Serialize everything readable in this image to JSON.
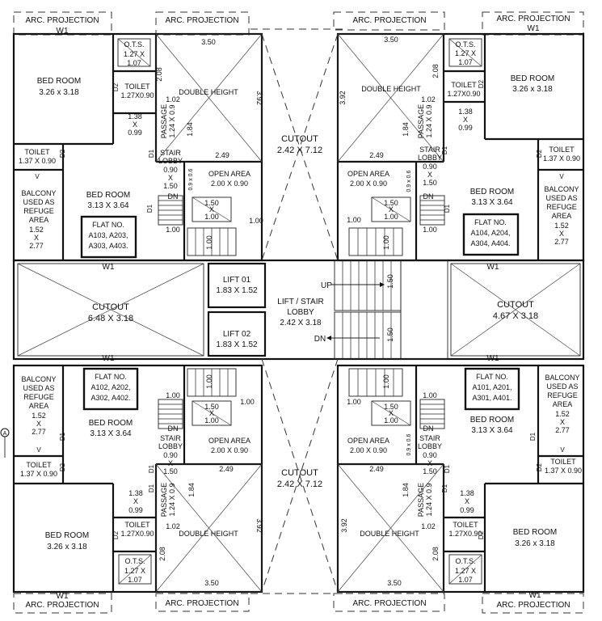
{
  "arc_projection": "ARC. PROJECTION",
  "window": "W1",
  "ots": {
    "title": "O.T.S.",
    "dim1": "1.27 X",
    "dim2": "1.07"
  },
  "toilet_small": {
    "title": "TOILET",
    "dim": "1.27X0.90"
  },
  "toilet_outer": {
    "title": "TOILET",
    "dim": "1.37 X 0.90"
  },
  "bed_large": {
    "title": "BED ROOM",
    "dim": "3.26 x 3.18"
  },
  "bed_mid": {
    "title": "BED ROOM",
    "dim": "3.13 X 3.64"
  },
  "balcony": {
    "l1": "BALCONY",
    "l2": "USED AS",
    "l3": "REFUGE",
    "l4": "AREA",
    "d1": "1.52",
    "d2": "X",
    "d3": "2.77"
  },
  "double_height": {
    "title": "DOUBLE HEIGHT",
    "w": "3.50",
    "h": "3.92",
    "b": "2.49",
    "side": "2.08",
    "p1": "1.02",
    "p2": "1.84"
  },
  "passage": {
    "title": "PASSAGE",
    "dim": "1.24 X 0.9"
  },
  "small_dim": {
    "d1": "1.38",
    "d2": "X",
    "d3": "0.99"
  },
  "stair_lobby": {
    "l1": "STAIR",
    "l2": "LOBBY",
    "d1": "0.90",
    "d2": "X",
    "d3": "1.50"
  },
  "open_area": {
    "title": "OPEN AREA",
    "dim": "2.00 X 0.90"
  },
  "stair": {
    "landing": "1.50",
    "x": "X",
    "landing2": "1.00",
    "side": "1.00",
    "dn": "DN",
    "vert": "0.9 x 0.6"
  },
  "doors": {
    "d1": "D1",
    "d2": "D2"
  },
  "flats": {
    "tl": {
      "title": "FLAT NO.",
      "l1": "A103, A203,",
      "l2": "A303, A403."
    },
    "tr": {
      "title": "FLAT NO.",
      "l1": "A104, A204,",
      "l2": "A304, A404."
    },
    "bl": {
      "title": "FLAT NO.",
      "l1": "A102, A202,",
      "l2": "A302, A402."
    },
    "br": {
      "title": "FLAT NO.",
      "l1": "A101, A201,",
      "l2": "A301, A401."
    }
  },
  "cutout_top": {
    "title": "CUTOUT",
    "dim": "2.42 X 7.12"
  },
  "cutout_bottom": {
    "title": "CUTOUT",
    "dim": "2.42 X 7.12"
  },
  "cutout_left": {
    "title": "CUTOUT",
    "dim": "6.48 X 3.18"
  },
  "cutout_right": {
    "title": "CUTOUT",
    "dim": "4.67 X 3.18"
  },
  "lift1": {
    "title": "LIFT 01",
    "dim": "1.83 X 1.52"
  },
  "lift2": {
    "title": "LIFT 02",
    "dim": "1.83 X 1.52"
  },
  "lobby": {
    "l1": "LIFT / STAIR",
    "l2": "LOBBY",
    "dim": "2.42 X 3.18"
  },
  "main_stair": {
    "up": "UP",
    "dn": "DN",
    "w1": "1.50",
    "w2": "1.50"
  },
  "marker": "A",
  "v_mark": "V"
}
